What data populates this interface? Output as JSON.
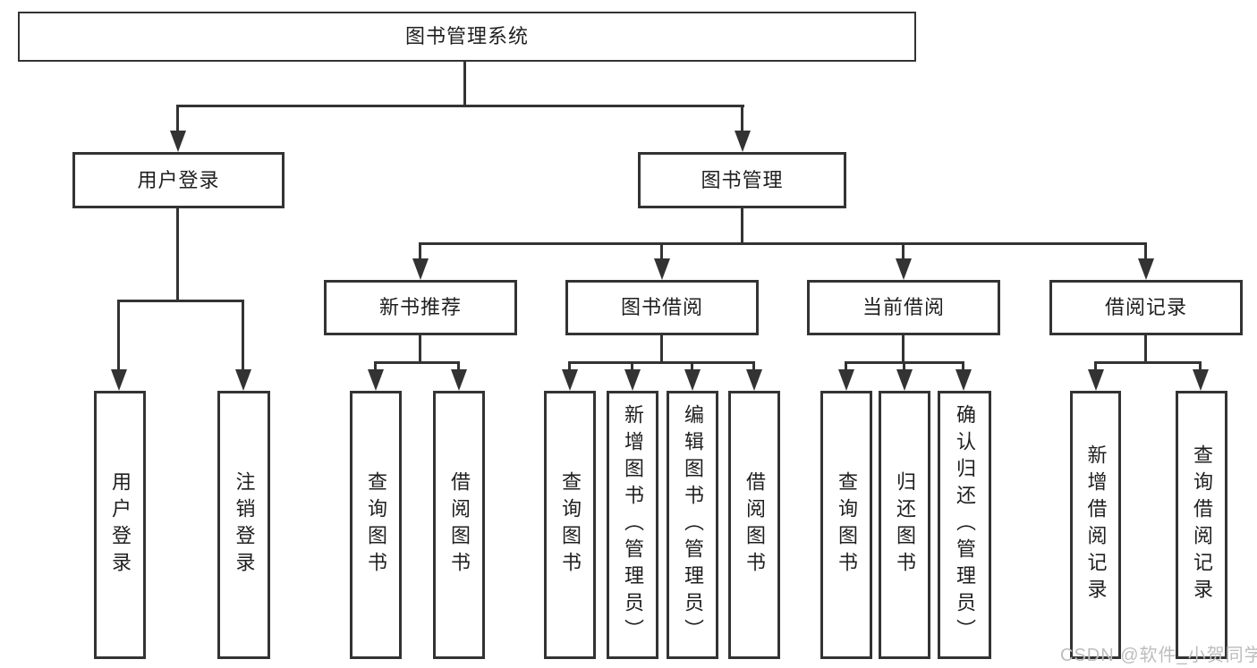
{
  "diagram": {
    "root": {
      "label": "图书管理系统"
    },
    "level2": [
      {
        "label": "用户登录",
        "children": [
          {
            "label": "用户登录"
          },
          {
            "label": "注销登录"
          }
        ]
      },
      {
        "label": "图书管理",
        "children": [
          {
            "label": "新书推荐",
            "children": [
              {
                "label": "查询图书"
              },
              {
                "label": "借阅图书"
              }
            ]
          },
          {
            "label": "图书借阅",
            "children": [
              {
                "label": "查询图书"
              },
              {
                "label": "新增图书（管理员）"
              },
              {
                "label": "编辑图书（管理员）"
              },
              {
                "label": "借阅图书"
              }
            ]
          },
          {
            "label": "当前借阅",
            "children": [
              {
                "label": "查询图书"
              },
              {
                "label": "归还图书"
              },
              {
                "label": "确认归还（管理员）"
              }
            ]
          },
          {
            "label": "借阅记录",
            "children": [
              {
                "label": "新增借阅记录"
              },
              {
                "label": "查询借阅记录"
              }
            ]
          }
        ]
      }
    ]
  },
  "watermark": {
    "text": "CSDN @软件_小贺同学"
  },
  "colors": {
    "line": "#333333",
    "box_border": "#333333",
    "box_fill": "#ffffff",
    "text": "#1f1f1f",
    "watermark": "#bdbdbd",
    "background": "#ffffff"
  }
}
